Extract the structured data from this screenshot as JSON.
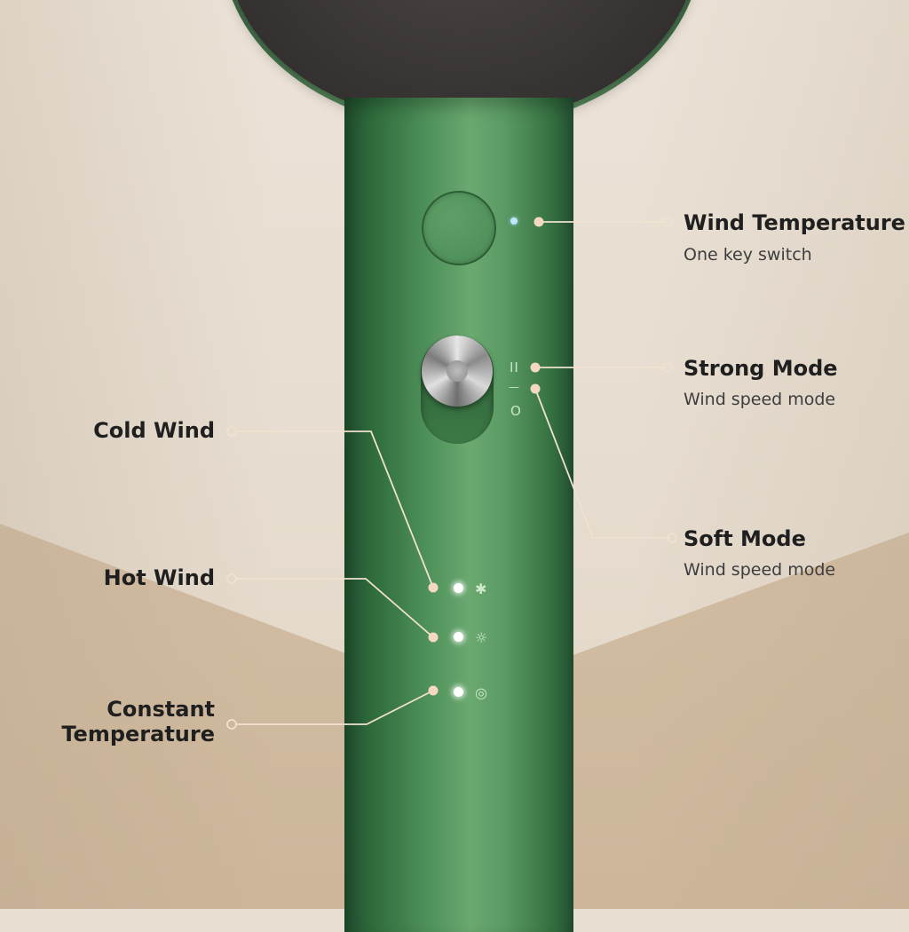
{
  "callouts": {
    "wind_temperature": {
      "title": "Wind Temperature",
      "subtitle": "One key switch"
    },
    "strong_mode": {
      "title": "Strong Mode",
      "subtitle": "Wind speed mode"
    },
    "soft_mode": {
      "title": "Soft Mode",
      "subtitle": "Wind speed mode"
    },
    "cold_wind": {
      "title": "Cold Wind"
    },
    "hot_wind": {
      "title": "Hot Wind"
    },
    "constant_temperature": {
      "title_line1": "Constant",
      "title_line2": "Temperature"
    }
  },
  "switch_marks": {
    "strong": "II",
    "off": "—",
    "soft": "O"
  },
  "colors": {
    "handle_green": "#4d8f59",
    "callout_line": "#efe2cf",
    "label_text": "#1f1f1f"
  },
  "icons": {
    "cold": "snowflake-icon",
    "hot": "sun-icon",
    "constant": "target-icon"
  }
}
